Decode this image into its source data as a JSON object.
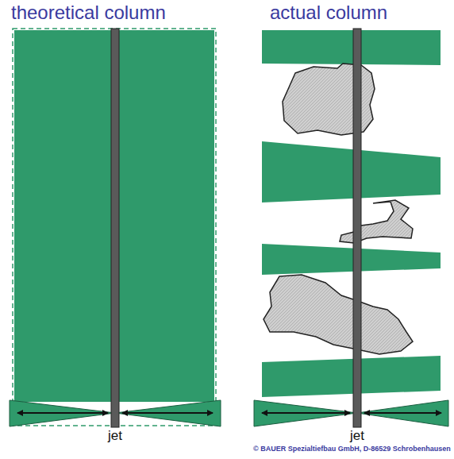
{
  "diagram": {
    "labels": [
      "theoretical column",
      "actual column",
      "jet",
      "jet",
      "© BAUER Spezialtiefbau GmbH, D-86529 Schrobenhausen"
    ]
  }
}
